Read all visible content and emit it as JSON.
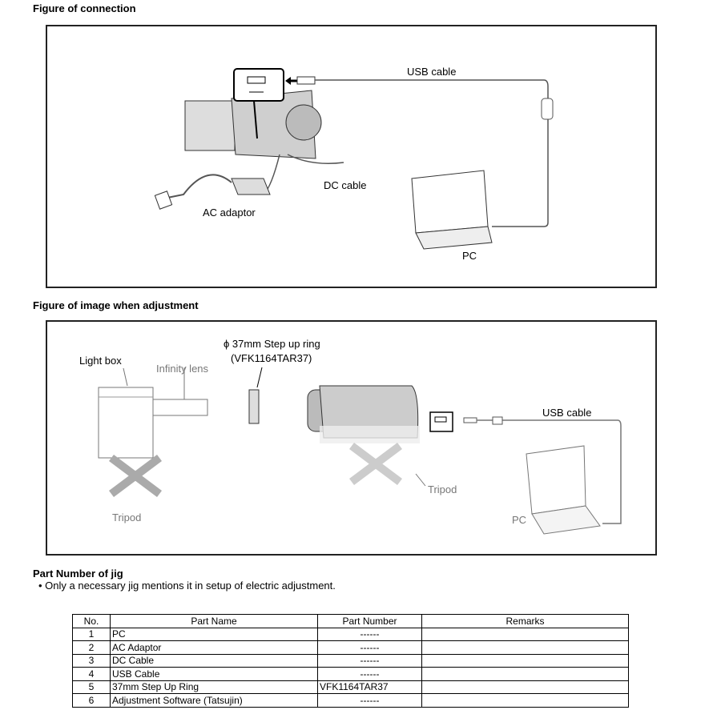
{
  "sections": {
    "connection_title": "Figure of connection",
    "adjustment_title": "Figure of image when adjustment",
    "jig_title": "Part Number of jig",
    "jig_note": "• Only a necessary jig mentions it in setup of electric adjustment."
  },
  "figure_connection": {
    "usb_cable": "USB cable",
    "dc_cable": "DC cable",
    "ac_adaptor": "AC adaptor",
    "pc": "PC"
  },
  "figure_adjustment": {
    "light_box": "Light box",
    "infinity_lens": "Infinity lens",
    "step_up_ring": "ϕ 37mm Step up ring",
    "step_up_ring_part": "(VFK1164TAR37)",
    "usb_cable": "USB cable",
    "tripod_camera": "Tripod",
    "tripod_lightbox": "Tripod",
    "pc": "PC"
  },
  "table": {
    "headers": [
      "No.",
      "Part Name",
      "Part Number",
      "Remarks"
    ],
    "rows": [
      [
        "1",
        "PC",
        "------",
        ""
      ],
      [
        "2",
        "AC Adaptor",
        "------",
        ""
      ],
      [
        "3",
        "DC Cable",
        "------",
        ""
      ],
      [
        "4",
        "USB Cable",
        "------",
        ""
      ],
      [
        "5",
        "37mm Step Up Ring",
        "VFK1164TAR37",
        ""
      ],
      [
        "6",
        "Adjustment Software (Tatsujin)",
        "------",
        ""
      ]
    ]
  }
}
